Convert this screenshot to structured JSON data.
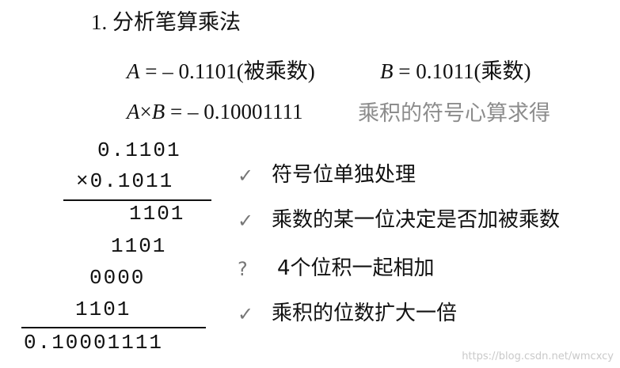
{
  "title": "1. 分析笔算乘法",
  "formula1": {
    "a_var": "A",
    "a_expr": " = – 0.1101(被乘数)",
    "b_var": "B",
    "b_expr": " = 0.1011(乘数)"
  },
  "formula2": {
    "a_var": "A",
    "times": "×",
    "b_var": "B",
    "expr": " = – 0.10001111",
    "note": "乘积的符号心算求得"
  },
  "calculation": {
    "rows": [
      "0.1101",
      "×0.1011",
      "1101",
      "1101",
      "0000",
      "1101",
      "0.10001111"
    ]
  },
  "bullets": [
    {
      "mark": "✓",
      "text": "符号位单独处理"
    },
    {
      "mark": "✓",
      "text": "乘数的某一位决定是否加被乘数"
    },
    {
      "mark": "?",
      "text": "4个位积一起相加"
    },
    {
      "mark": "✓",
      "text": "乘积的位数扩大一倍"
    }
  ],
  "watermark": "https://blog.csdn.net/wmcxcy"
}
